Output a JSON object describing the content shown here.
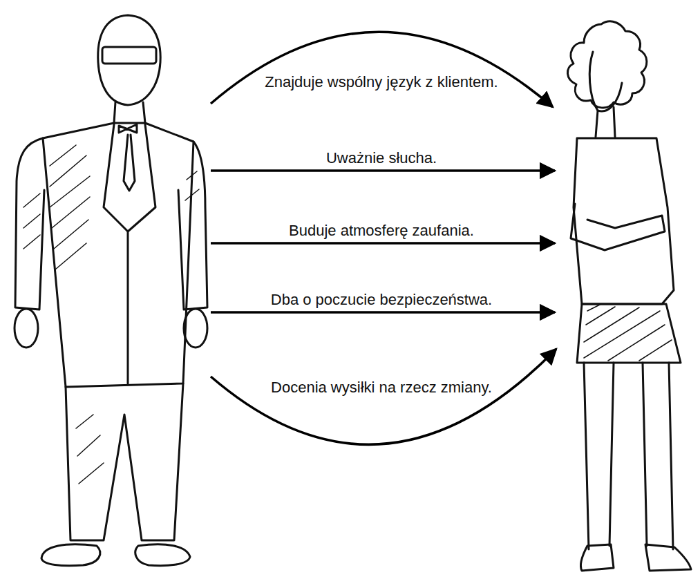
{
  "diagram": {
    "labels": [
      "Znajduje wspólny język z klientem.",
      "Uważnie słucha.",
      "Buduje atmosferę zaufania.",
      "Dba o poczucie bezpieczeństwa.",
      "Docenia wysiłki na rzecz zmiany."
    ]
  }
}
